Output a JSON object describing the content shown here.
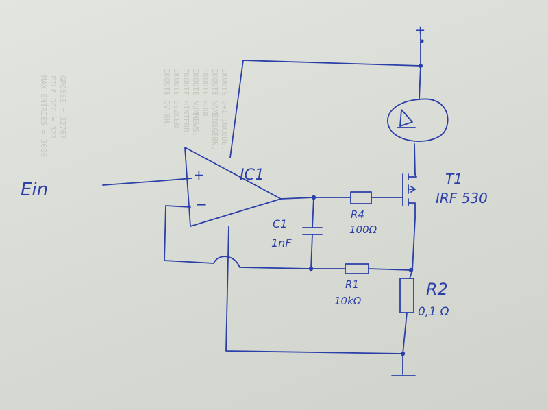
{
  "colors": {
    "ink": "#2b3fa8",
    "paper": "#dcded9",
    "bleed": "#aeb4a8"
  },
  "labels": {
    "input": "Ein",
    "opamp": "IC1",
    "opamp_plus": "+",
    "opamp_minus": "−",
    "supply": "+",
    "transistor": "T1",
    "transistor_type": "IRF 530",
    "c1_name": "C1",
    "c1_value": "1nF",
    "r4_name": "R4",
    "r4_value": "100Ω",
    "r1_name": "R1",
    "r1_value": "10kΩ",
    "r2_name": "R2",
    "r2_value": "0,1 Ω"
  },
  "icons": {
    "lamp": "lamp-icon",
    "ground": "ground-icon"
  }
}
